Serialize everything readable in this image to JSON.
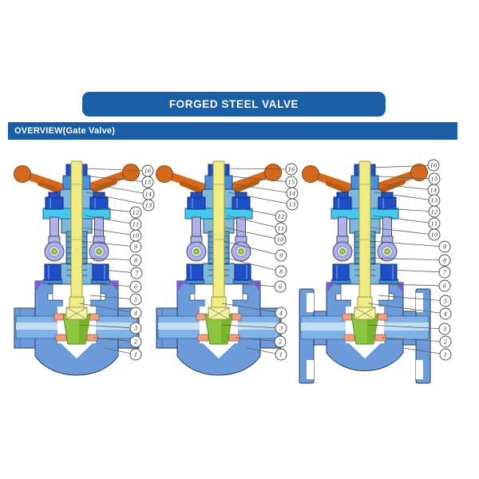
{
  "header": {
    "title": "FORGED STEEL VALVE"
  },
  "section": {
    "label": "OVERVIEW(Gate Valve)"
  },
  "figure": {
    "description": "Three cutaway illustrations of forged steel gate valves with numbered part callouts",
    "valves": [
      {
        "name": "gate-valve-socket-weld-left",
        "end_type": "socket-weld",
        "callouts": [
          "16",
          "15",
          "14",
          "13",
          "12",
          "11",
          "10",
          "9",
          "8",
          "7",
          "6",
          "5",
          "4",
          "3",
          "2",
          "1"
        ]
      },
      {
        "name": "gate-valve-socket-weld-middle",
        "end_type": "socket-weld",
        "callouts": [
          "16",
          "15",
          "14",
          "13",
          "12",
          "11",
          "10",
          "9",
          "8",
          "6",
          "4",
          "3",
          "2",
          "1"
        ]
      },
      {
        "name": "gate-valve-flanged-right",
        "end_type": "flanged",
        "callouts": [
          "16",
          "15",
          "14",
          "13",
          "12",
          "11",
          "10",
          "9",
          "8",
          "7",
          "6",
          "5",
          "4",
          "3",
          "2",
          "1"
        ]
      }
    ],
    "colors": {
      "banner_blue": "#1A5FA5",
      "body_blue": "#6C9BDB",
      "bonnet_blue": "#7EB6DC",
      "gland_cyan": "#45C8F0",
      "bolt_blue": "#2050C8",
      "handwheel_orange": "#D2691E",
      "stem_yellow": "#F0EC84",
      "wedge_green": "#8CC63F",
      "seat_salmon": "#F0A080",
      "eyebolt_lavender": "#ADB3E6",
      "pin_green": "#A4D814",
      "accent_purple": "#7A5FD0"
    }
  }
}
